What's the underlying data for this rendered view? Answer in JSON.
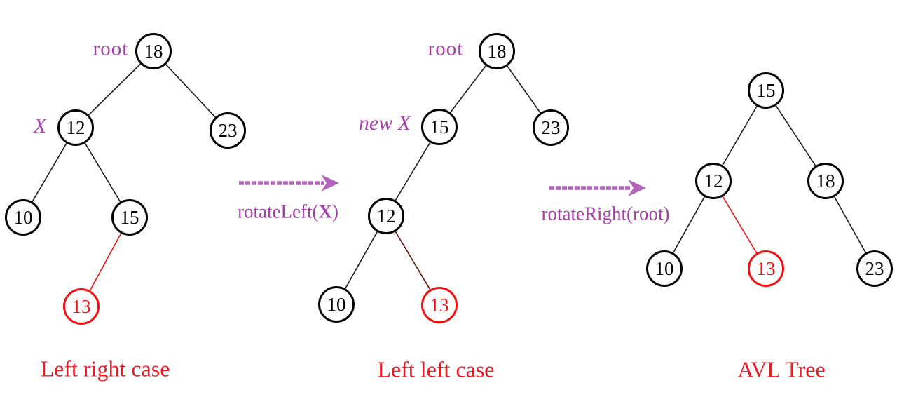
{
  "diagram": {
    "kind": "avl-tree-rotation-steps",
    "colors": {
      "node_stroke": "#000000",
      "highlight_red": "#f60d0d",
      "edge_black": "#1a1a1a",
      "edge_red": "#f60d0d",
      "edge_dark_maroon": "#5c0b0b",
      "label_purple": "#a43ea8",
      "arrow_purple": "#b264ba",
      "caption_red": "#ee1b24"
    }
  },
  "tree1": {
    "caption": "Left right case",
    "root_label": "root",
    "x_label": "X",
    "nodes": {
      "n18": "18",
      "n12": "12",
      "n23": "23",
      "n10": "10",
      "n15": "15",
      "n13": "13"
    }
  },
  "tree2": {
    "caption": "Left left case",
    "root_label": "root",
    "x_label": "new X",
    "nodes": {
      "n18": "18",
      "n15": "15",
      "n23": "23",
      "n12": "12",
      "n10": "10",
      "n13": "13"
    }
  },
  "tree3": {
    "caption": "AVL Tree",
    "nodes": {
      "n15": "15",
      "n12": "12",
      "n18": "18",
      "n10": "10",
      "n13": "13",
      "n23": "23"
    }
  },
  "arrow1": {
    "label_prefix": "rotateLeft(",
    "label_arg": "X",
    "label_suffix": ")"
  },
  "arrow2": {
    "label": "rotateRight(root)"
  }
}
